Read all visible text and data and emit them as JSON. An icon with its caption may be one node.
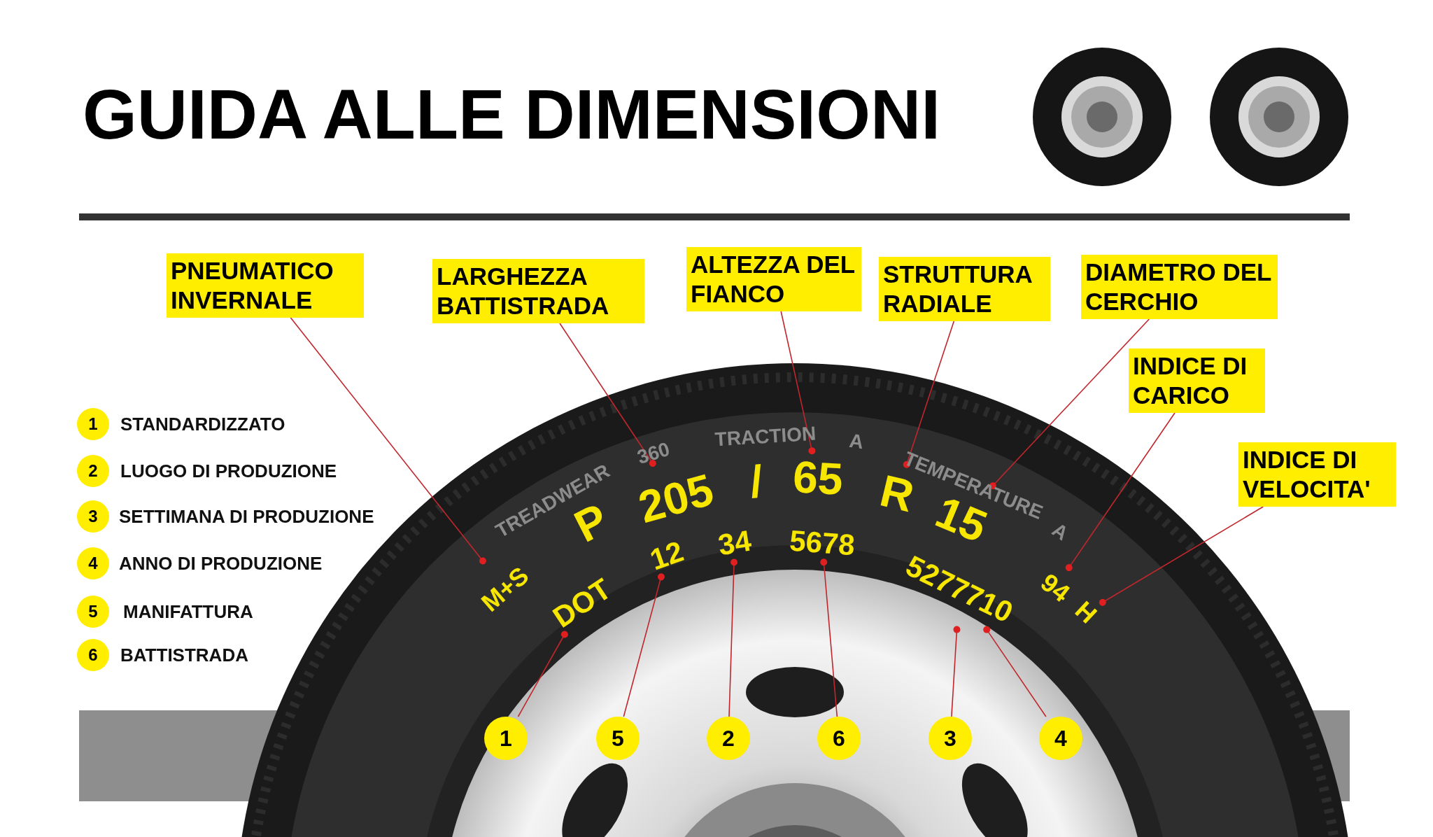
{
  "diagram": {
    "title": "GUIDA ALLE DIMENSIONI",
    "nodes": [
      {
        "text": [
          "PNEUMATICO INVERNALE"
        ]
      },
      {
        "text": [
          "LARGHEZZA BATTISTRADA"
        ]
      },
      {
        "text": [
          "ALTEZZA DEL FIANCO"
        ]
      },
      {
        "text": [
          "STRUTTURA RADIALE"
        ]
      },
      {
        "text": [
          "DIAMETRO DEL CERCHIO"
        ]
      },
      {
        "text": [
          "INDICE DI CARICO"
        ]
      },
      {
        "text": [
          "INDICE DI VELOCITA'"
        ]
      },
      {
        "text": [
          "205"
        ]
      },
      {
        "text": [
          "65"
        ]
      },
      {
        "text": [
          "R"
        ]
      },
      {
        "text": [
          "15"
        ]
      },
      {
        "text": [
          "M+S"
        ]
      },
      {
        "text": [
          "12"
        ]
      },
      {
        "text": [
          "34"
        ]
      },
      {
        "text": [
          "5678"
        ]
      },
      {
        "text": [
          "5277710"
        ]
      },
      {
        "text": [
          "94"
        ]
      },
      {
        "text": [
          "H"
        ]
      },
      {
        "text": [
          "DOT"
        ]
      },
      {
        "text": [
          "1"
        ]
      },
      {
        "text": [
          "5"
        ]
      },
      {
        "text": [
          "2"
        ]
      },
      {
        "text": [
          "6"
        ]
      },
      {
        "text": [
          "3"
        ]
      },
      {
        "text": [
          "4"
        ]
      }
    ],
    "edges": [
      {
        "from": 0,
        "to": 11,
        "arrow": "other"
      },
      {
        "from": 1,
        "to": 7,
        "arrow": "other"
      },
      {
        "from": 2,
        "to": 8,
        "arrow": "other"
      },
      {
        "from": 3,
        "to": 9,
        "arrow": "other"
      },
      {
        "from": 4,
        "to": 10,
        "arrow": "other"
      },
      {
        "from": 5,
        "to": 16,
        "arrow": "other"
      },
      {
        "from": 6,
        "to": 17,
        "arrow": "other"
      },
      {
        "from": 19,
        "to": 18,
        "arrow": "other"
      },
      {
        "from": 20,
        "to": 12,
        "arrow": "other"
      },
      {
        "from": 21,
        "to": 13,
        "arrow": "other"
      },
      {
        "from": 22,
        "to": 14,
        "arrow": "other"
      },
      {
        "from": 23,
        "to": 15,
        "arrow": "other"
      },
      {
        "from": 24,
        "to": 15,
        "arrow": "other"
      }
    ],
    "labels": [
      "1",
      "STANDARDIZZATO",
      "2",
      "LUOGO DI PRODUZIONE",
      "3",
      "SETTIMANA DI PRODUZIONE",
      "4",
      "ANNO DI PRODUZIONE",
      "5",
      "MANIFATTURA",
      "6",
      "BATTISTRADA",
      "TREADWEAR",
      "360",
      "TRACTION",
      "A",
      "TEMPERATURE",
      "A",
      "P",
      "/"
    ]
  }
}
